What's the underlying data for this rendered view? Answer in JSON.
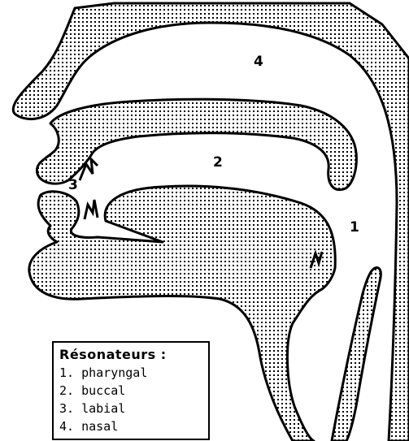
{
  "labels": {
    "pharyngal": "1",
    "buccal": "2",
    "labial": "3",
    "nasal": "4"
  },
  "legend": {
    "title": "Résonateurs :",
    "items": [
      "1. pharyngal",
      "2. buccal",
      "3. labial",
      "4. nasal"
    ]
  },
  "colors": {
    "ink": "#000000",
    "background": "#ffffff"
  }
}
